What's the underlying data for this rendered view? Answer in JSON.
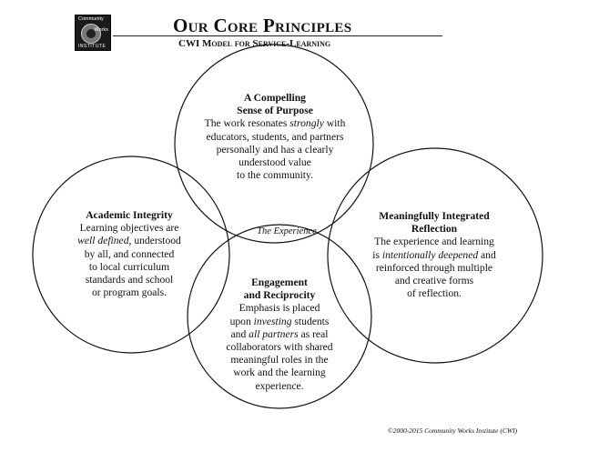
{
  "logo": {
    "top_text": "Community",
    "middle_text": "Works",
    "bottom_text": "INSTITUTE"
  },
  "header": {
    "title": "Our Core Principles",
    "subtitle": "CWI Model for Service-Learning"
  },
  "center_label": "The Experience",
  "principles": {
    "purpose": {
      "heading_1": "A Compelling",
      "heading_2": "Sense of Purpose",
      "line_1_pre": "The work resonates ",
      "line_1_em": "strongly",
      "line_1_post": " with",
      "line_2": "educators, students, and partners",
      "line_3": "personally and has a clearly",
      "line_4": "understood value",
      "line_5": "to the community."
    },
    "academic": {
      "heading": "Academic Integrity",
      "line_1": "Learning objectives are",
      "line_2_em": "well defined",
      "line_2_post": ", understood",
      "line_3": "by all, and connected",
      "line_4": "to local curriculum",
      "line_5": "standards and school",
      "line_6": "or program goals."
    },
    "reflection": {
      "heading_1": "Meaningfully Integrated",
      "heading_2": "Reflection",
      "line_1": "The experience and learning",
      "line_2_pre": "is ",
      "line_2_em": "intentionally deepened",
      "line_2_post": " and",
      "line_3": "reinforced through multiple",
      "line_4": "and creative forms",
      "line_5": "of reflection."
    },
    "engagement": {
      "heading_1": "Engagement",
      "heading_2": "and Reciprocity",
      "line_1": "Emphasis is placed",
      "line_2_pre": "upon ",
      "line_2_em": "investing",
      "line_2_post": " students",
      "line_3_pre": "and ",
      "line_3_em": "all partners",
      "line_3_post": " as real",
      "line_4": "collaborators with shared",
      "line_5": "meaningful roles in the",
      "line_6": "work and the learning",
      "line_7": "experience."
    }
  },
  "footer": "©2000-2015 Community Works Institute (CWI)"
}
